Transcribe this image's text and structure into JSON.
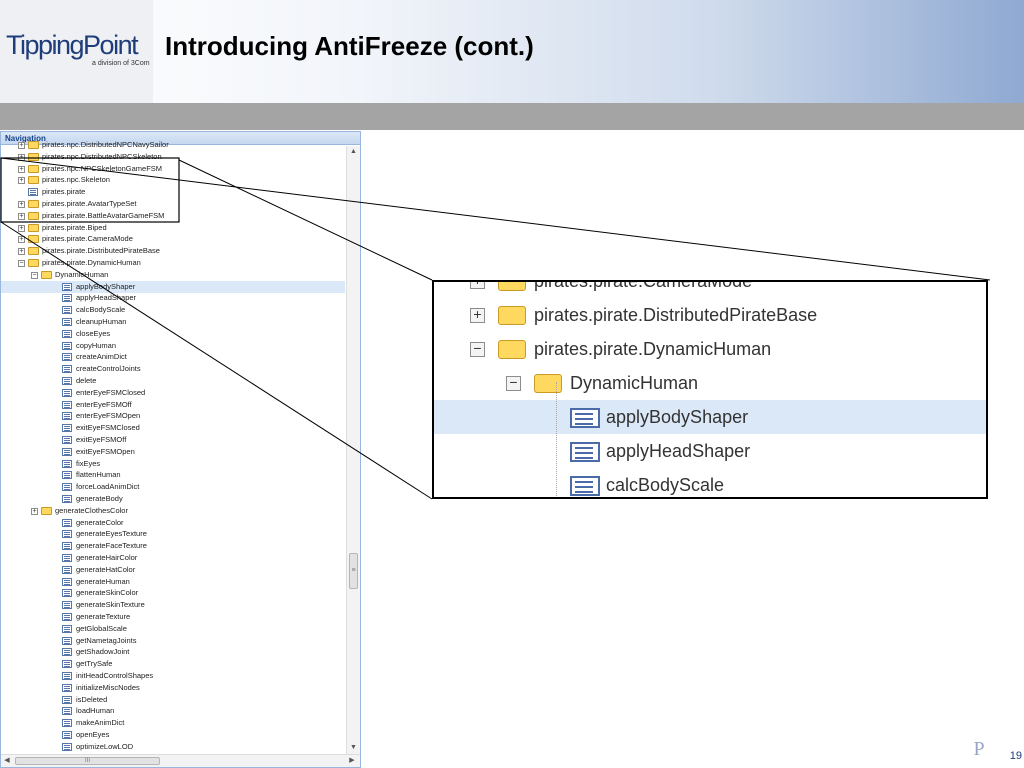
{
  "slide": {
    "title": "Introducing AntiFreeze (cont.)",
    "page_number": "19",
    "footer_mark": "P"
  },
  "logo": {
    "brand": "TippingPoint",
    "subtitle": "a division of 3Com"
  },
  "navigation": {
    "title": "Navigation",
    "tree": [
      {
        "label": "pirates.npc.DistributedNPCNavySailor",
        "indent": 0,
        "kind": "folder",
        "expander": "+"
      },
      {
        "label": "pirates.npc.DistributedNPCSkeleton",
        "indent": 0,
        "kind": "folder",
        "expander": "+"
      },
      {
        "label": "pirates.npc.NPCSkeletonGameFSM",
        "indent": 0,
        "kind": "folder",
        "expander": "+"
      },
      {
        "label": "pirates.npc.Skeleton",
        "indent": 0,
        "kind": "folder",
        "expander": "+"
      },
      {
        "label": "pirates.pirate",
        "indent": 0,
        "kind": "leaf",
        "expander": ""
      },
      {
        "label": "pirates.pirate.AvatarTypeSet",
        "indent": 0,
        "kind": "folder",
        "expander": "+"
      },
      {
        "label": "pirates.pirate.BattleAvatarGameFSM",
        "indent": 0,
        "kind": "folder",
        "expander": "+"
      },
      {
        "label": "pirates.pirate.Biped",
        "indent": 0,
        "kind": "folder",
        "expander": "+"
      },
      {
        "label": "pirates.pirate.CameraMode",
        "indent": 0,
        "kind": "folder",
        "expander": "+"
      },
      {
        "label": "pirates.pirate.DistributedPirateBase",
        "indent": 0,
        "kind": "folder",
        "expander": "+"
      },
      {
        "label": "pirates.pirate.DynamicHuman",
        "indent": 0,
        "kind": "folder",
        "expander": "−"
      },
      {
        "label": "DynamicHuman",
        "indent": 1,
        "kind": "folder",
        "expander": "−"
      },
      {
        "label": "applyBodyShaper",
        "indent": 2,
        "kind": "leaf",
        "expander": "",
        "selected": true
      },
      {
        "label": "applyHeadShaper",
        "indent": 2,
        "kind": "leaf",
        "expander": ""
      },
      {
        "label": "calcBodyScale",
        "indent": 2,
        "kind": "leaf",
        "expander": ""
      },
      {
        "label": "cleanupHuman",
        "indent": 2,
        "kind": "leaf",
        "expander": ""
      },
      {
        "label": "closeEyes",
        "indent": 2,
        "kind": "leaf",
        "expander": ""
      },
      {
        "label": "copyHuman",
        "indent": 2,
        "kind": "leaf",
        "expander": ""
      },
      {
        "label": "createAnimDict",
        "indent": 2,
        "kind": "leaf",
        "expander": ""
      },
      {
        "label": "createControlJoints",
        "indent": 2,
        "kind": "leaf",
        "expander": ""
      },
      {
        "label": "delete",
        "indent": 2,
        "kind": "leaf",
        "expander": ""
      },
      {
        "label": "enterEyeFSMClosed",
        "indent": 2,
        "kind": "leaf",
        "expander": ""
      },
      {
        "label": "enterEyeFSMOff",
        "indent": 2,
        "kind": "leaf",
        "expander": ""
      },
      {
        "label": "enterEyeFSMOpen",
        "indent": 2,
        "kind": "leaf",
        "expander": ""
      },
      {
        "label": "exitEyeFSMClosed",
        "indent": 2,
        "kind": "leaf",
        "expander": ""
      },
      {
        "label": "exitEyeFSMOff",
        "indent": 2,
        "kind": "leaf",
        "expander": ""
      },
      {
        "label": "exitEyeFSMOpen",
        "indent": 2,
        "kind": "leaf",
        "expander": ""
      },
      {
        "label": "fixEyes",
        "indent": 2,
        "kind": "leaf",
        "expander": ""
      },
      {
        "label": "flattenHuman",
        "indent": 2,
        "kind": "leaf",
        "expander": ""
      },
      {
        "label": "forceLoadAnimDict",
        "indent": 2,
        "kind": "leaf",
        "expander": ""
      },
      {
        "label": "generateBody",
        "indent": 2,
        "kind": "leaf",
        "expander": ""
      },
      {
        "label": "generateClothesColor",
        "indent": 1,
        "kind": "folder",
        "expander": "+"
      },
      {
        "label": "generateColor",
        "indent": 2,
        "kind": "leaf",
        "expander": ""
      },
      {
        "label": "generateEyesTexture",
        "indent": 2,
        "kind": "leaf",
        "expander": ""
      },
      {
        "label": "generateFaceTexture",
        "indent": 2,
        "kind": "leaf",
        "expander": ""
      },
      {
        "label": "generateHairColor",
        "indent": 2,
        "kind": "leaf",
        "expander": ""
      },
      {
        "label": "generateHatColor",
        "indent": 2,
        "kind": "leaf",
        "expander": ""
      },
      {
        "label": "generateHuman",
        "indent": 2,
        "kind": "leaf",
        "expander": ""
      },
      {
        "label": "generateSkinColor",
        "indent": 2,
        "kind": "leaf",
        "expander": ""
      },
      {
        "label": "generateSkinTexture",
        "indent": 2,
        "kind": "leaf",
        "expander": ""
      },
      {
        "label": "generateTexture",
        "indent": 2,
        "kind": "leaf",
        "expander": ""
      },
      {
        "label": "getGlobalScale",
        "indent": 2,
        "kind": "leaf",
        "expander": ""
      },
      {
        "label": "getNametagJoints",
        "indent": 2,
        "kind": "leaf",
        "expander": ""
      },
      {
        "label": "getShadowJoint",
        "indent": 2,
        "kind": "leaf",
        "expander": ""
      },
      {
        "label": "getTrySafe",
        "indent": 2,
        "kind": "leaf",
        "expander": ""
      },
      {
        "label": "initHeadControlShapes",
        "indent": 2,
        "kind": "leaf",
        "expander": ""
      },
      {
        "label": "initializeMiscNodes",
        "indent": 2,
        "kind": "leaf",
        "expander": ""
      },
      {
        "label": "isDeleted",
        "indent": 2,
        "kind": "leaf",
        "expander": ""
      },
      {
        "label": "loadHuman",
        "indent": 2,
        "kind": "leaf",
        "expander": ""
      },
      {
        "label": "makeAnimDict",
        "indent": 2,
        "kind": "leaf",
        "expander": ""
      },
      {
        "label": "openEyes",
        "indent": 2,
        "kind": "leaf",
        "expander": ""
      },
      {
        "label": "optimizeLowLOD",
        "indent": 2,
        "kind": "leaf",
        "expander": ""
      }
    ]
  },
  "zoom_detail": {
    "rows": [
      {
        "label": "pirates.pirate.CameraMode",
        "indent": 0,
        "kind": "folder",
        "expander": "+"
      },
      {
        "label": "pirates.pirate.DistributedPirateBase",
        "indent": 0,
        "kind": "folder",
        "expander": "+"
      },
      {
        "label": "pirates.pirate.DynamicHuman",
        "indent": 0,
        "kind": "folder",
        "expander": "−"
      },
      {
        "label": "DynamicHuman",
        "indent": 1,
        "kind": "folder",
        "expander": "−"
      },
      {
        "label": "applyBodyShaper",
        "indent": 2,
        "kind": "leaf",
        "expander": "",
        "selected": true
      },
      {
        "label": "applyHeadShaper",
        "indent": 2,
        "kind": "leaf",
        "expander": ""
      },
      {
        "label": "calcBodyScale",
        "indent": 2,
        "kind": "leaf",
        "expander": ""
      }
    ]
  },
  "scrollbar": {
    "up_arrow": "▲",
    "down_arrow": "▼",
    "left_arrow": "◀",
    "right_arrow": "▶",
    "v_grip": "≡",
    "h_grip": "III"
  }
}
